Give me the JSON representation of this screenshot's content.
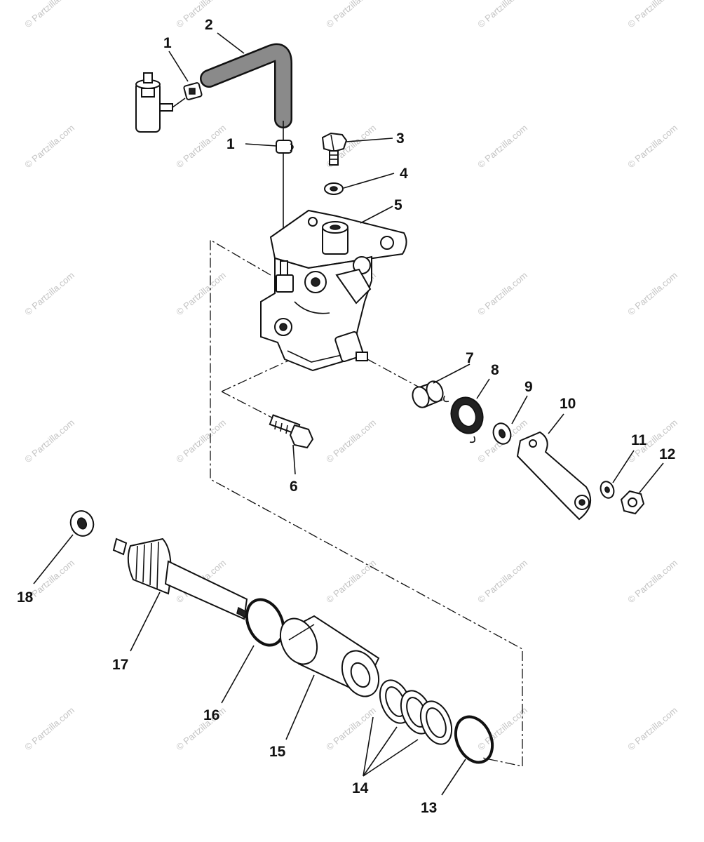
{
  "watermark": "© Partzilla.com",
  "callouts": [
    {
      "id": "1a",
      "label": "1"
    },
    {
      "id": "1b",
      "label": "1"
    },
    {
      "id": "2",
      "label": "2"
    },
    {
      "id": "3",
      "label": "3"
    },
    {
      "id": "4",
      "label": "4"
    },
    {
      "id": "5",
      "label": "5"
    },
    {
      "id": "6",
      "label": "6"
    },
    {
      "id": "7",
      "label": "7"
    },
    {
      "id": "8",
      "label": "8"
    },
    {
      "id": "9",
      "label": "9"
    },
    {
      "id": "10",
      "label": "10"
    },
    {
      "id": "11",
      "label": "11"
    },
    {
      "id": "12",
      "label": "12"
    },
    {
      "id": "13",
      "label": "13"
    },
    {
      "id": "14",
      "label": "14"
    },
    {
      "id": "15",
      "label": "15"
    },
    {
      "id": "16",
      "label": "16"
    },
    {
      "id": "17",
      "label": "17"
    },
    {
      "id": "18",
      "label": "18"
    }
  ]
}
